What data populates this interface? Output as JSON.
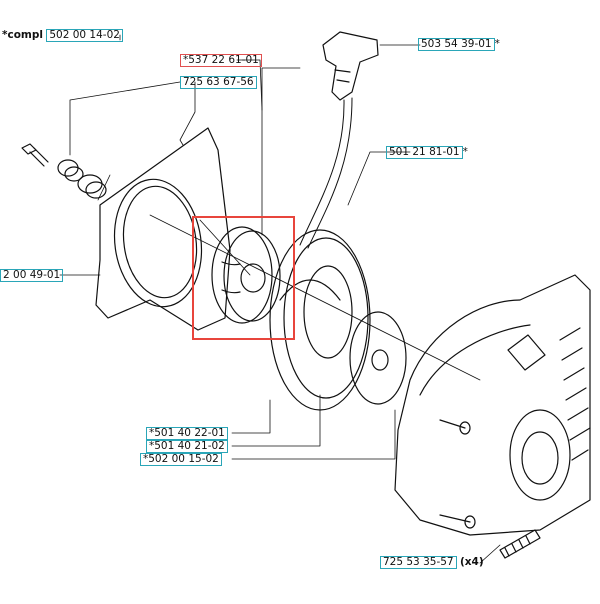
{
  "colors": {
    "label_box": "#2aa6b8",
    "highlight": "#e8453c",
    "line": "#111111"
  },
  "labels": {
    "compl_prefix": "*compl",
    "compl_part": "502 00 14-02",
    "part_537": "*537 22 61-01",
    "part_725_63": "725 63 67-56",
    "part_503_54": "503 54 39-01",
    "part_503_54_suffix": "*",
    "part_501_21": "501 21 81-01",
    "part_501_21_suffix": "*",
    "part_left": "2 00 49-01",
    "part_501_40_22": "*501 40 22-01",
    "part_501_40_21": "*501 40 21-02",
    "part_502_00_15": "*502 00 15-02",
    "part_725_53": "725 53 35-57",
    "qty_x4": "(x4)"
  }
}
